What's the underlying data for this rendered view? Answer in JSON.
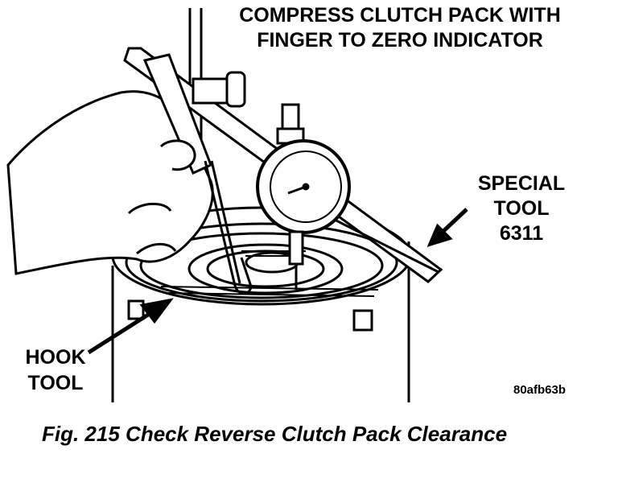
{
  "callouts": {
    "compress": {
      "line1": "COMPRESS CLUTCH PACK WITH",
      "line2": "FINGER TO ZERO INDICATOR"
    },
    "special_tool": {
      "line1": "SPECIAL",
      "line2": "TOOL",
      "line3": "6311"
    },
    "hook_tool": {
      "line1": "HOOK",
      "line2": "TOOL"
    }
  },
  "reference_code": "80afb63b",
  "caption": "Fig. 215 Check Reverse Clutch Pack Clearance",
  "colors": {
    "ink": "#000000",
    "paper": "#ffffff"
  }
}
